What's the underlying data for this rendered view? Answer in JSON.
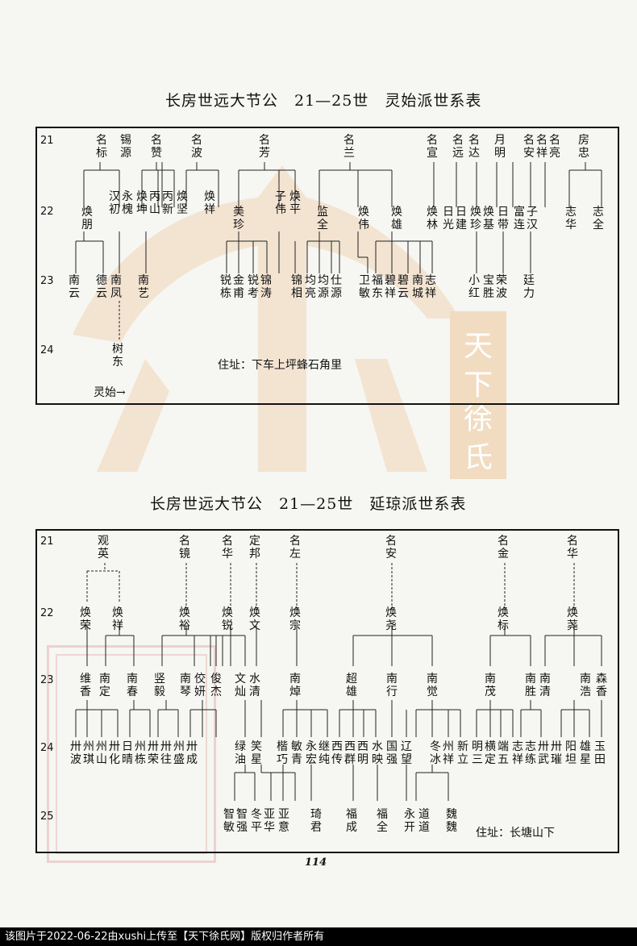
{
  "table1": {
    "title": "长房世远大节公　21—25世　灵始派世系表",
    "generations": [
      "21",
      "22",
      "23",
      "24"
    ],
    "residence": "住址：下车上坪蜂石角里",
    "origin": "灵始→",
    "row21": [
      "名标",
      "锡源",
      "名赞",
      "名波",
      "名芳",
      "名兰",
      "名宣",
      "名远",
      "名达",
      "月明",
      "名安",
      "名祥",
      "名亮",
      "房忠"
    ],
    "row22": [
      "焕朋",
      "汉初",
      "永槐",
      "焕坤",
      "丙山",
      "丙新",
      "焕坚",
      "焕祥",
      "美珍",
      "子伟",
      "焕平",
      "监全",
      "焕伟",
      "焕雄",
      "焕林",
      "日光",
      "日建",
      "焕珍",
      "焕基",
      "日带",
      "富连",
      "子汉",
      "志华",
      "志全"
    ],
    "row23": [
      "南云",
      "德云",
      "南凤",
      "南艺",
      "锐栋",
      "金甫",
      "锐考",
      "锦涛",
      "锦相",
      "均亮",
      "均源",
      "仕源",
      "卫敏",
      "福东",
      "碧祥",
      "碧云",
      "南城",
      "志祥",
      "小红",
      "宝胜",
      "荣波",
      "廷力"
    ],
    "row24": [
      "树东"
    ]
  },
  "table2": {
    "title": "长房世远大节公　21—25世　延琼派世系表",
    "generations": [
      "21",
      "22",
      "23",
      "24",
      "25"
    ],
    "residence": "住址：长塘山下",
    "row21": [
      "观英",
      "名镜",
      "名华",
      "定邦",
      "名左",
      "名安",
      "名金",
      "名华"
    ],
    "row22": [
      "焕荣",
      "焕祥",
      "焕裕",
      "焕锐",
      "焕文",
      "焕宗",
      "焕尧",
      "焕标",
      "焕荛"
    ],
    "row23": [
      "维香",
      "南定",
      "南春",
      "竖毅",
      "南琴",
      "佼妍",
      "俊杰",
      "文灿",
      "水清",
      "南焯",
      "超雄",
      "南行",
      "南觉",
      "南茂",
      "南胜",
      "南清",
      "南浩",
      "森香"
    ],
    "row24": [
      "卅波",
      "州琪",
      "州山",
      "卅化",
      "日晴",
      "州栋",
      "卅荣",
      "卅往",
      "州盛",
      "卅成",
      "绿油",
      "笑星",
      "楷巧",
      "敏青",
      "永宏",
      "继纯",
      "西传",
      "西群",
      "西明",
      "水映",
      "国强",
      "辽望",
      "冬冰",
      "州祥",
      "新立",
      "明三",
      "横定",
      "端五",
      "志祥",
      "志练",
      "卅武",
      "卅璀",
      "阳坦",
      "雄星",
      "玉田"
    ],
    "row25": [
      "智敏",
      "智强",
      "冬平",
      "亚华",
      "亚意",
      "琦君",
      "福成",
      "福全",
      "永开",
      "道道",
      "魏魏"
    ]
  },
  "page_number": "114",
  "watermark": {
    "line1": "天下",
    "line2": "徐氏"
  },
  "footer": "该图片于2022-06-22由xushi上传至【天下徐氏网】版权归作者所有",
  "colors": {
    "ink": "#111111",
    "watermark": "#f1dcc2",
    "seal": "#c85050",
    "footer_bg": "#000000"
  }
}
